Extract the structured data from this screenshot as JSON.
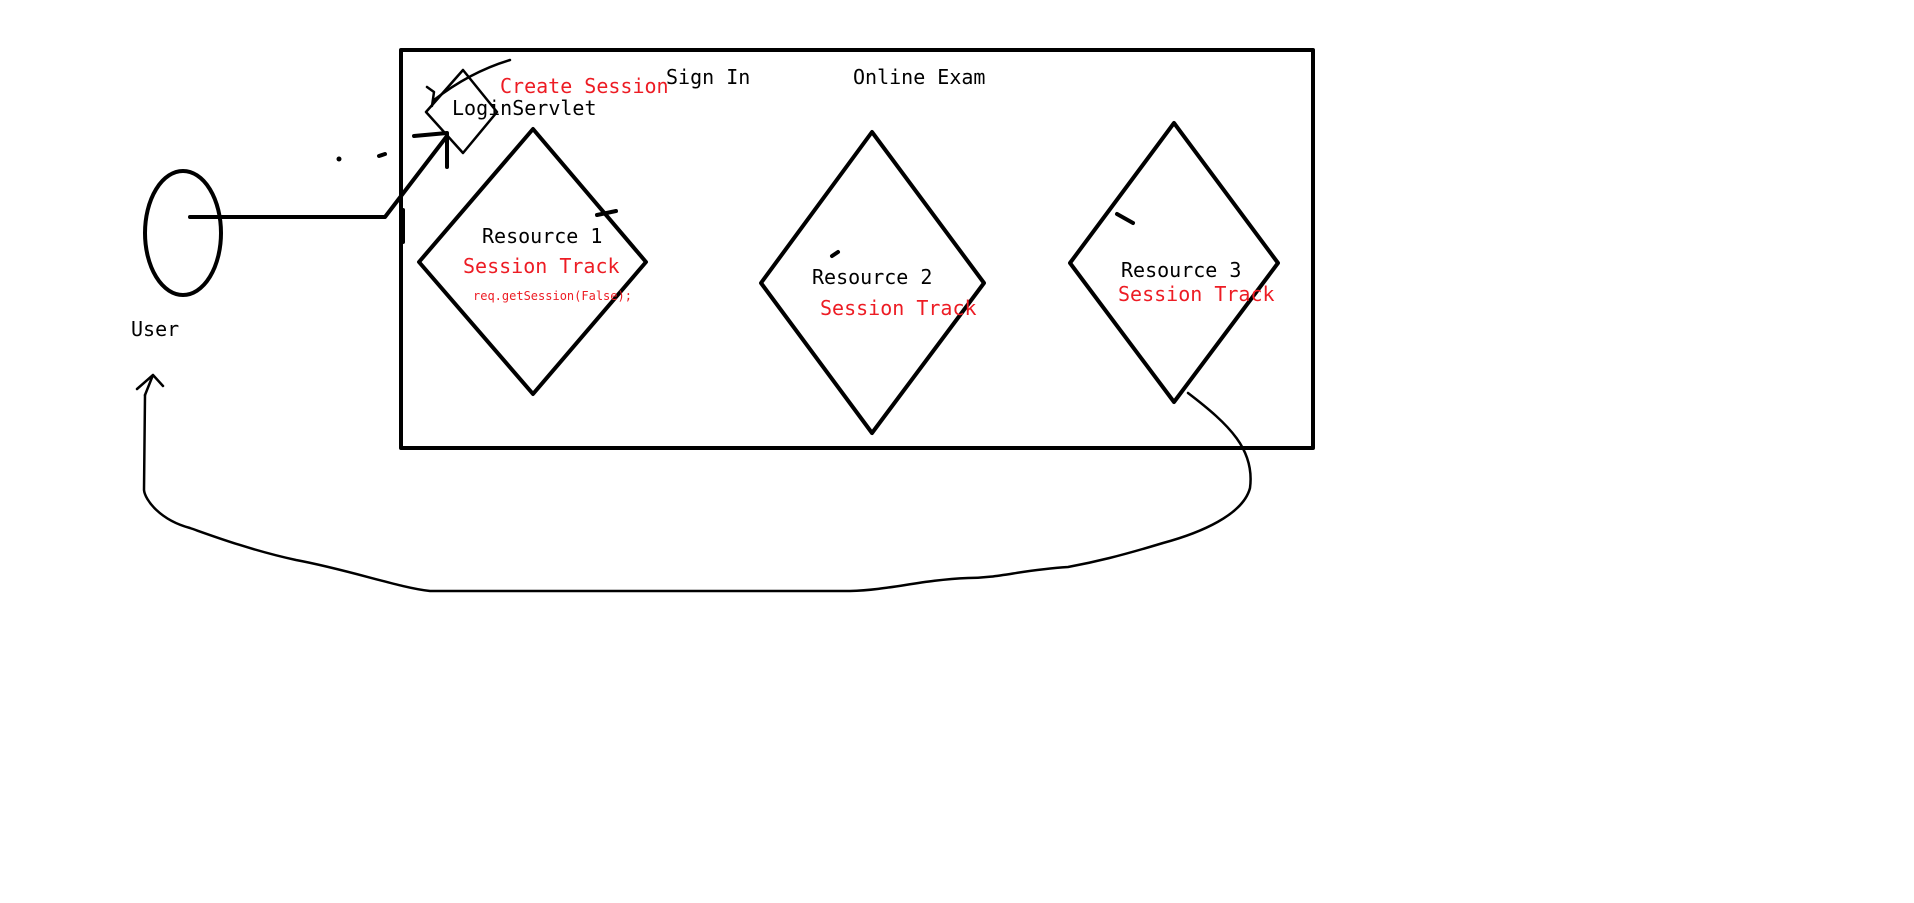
{
  "diagram": {
    "user_label": "User",
    "container_labels": {
      "sign_in": "Sign In",
      "online_exam": "Online Exam"
    },
    "login": {
      "name": "LoginServlet",
      "note": "Create Session"
    },
    "resources": [
      {
        "name": "Resource 1",
        "note": "Session Track",
        "code": "req.getSession(False);"
      },
      {
        "name": "Resource 2",
        "note": "Session Track"
      },
      {
        "name": "Resource 3",
        "note": "Session Track"
      }
    ],
    "colors": {
      "stroke": "#000000",
      "accent_text": "#ed1c24",
      "background": "#ffffff"
    }
  }
}
